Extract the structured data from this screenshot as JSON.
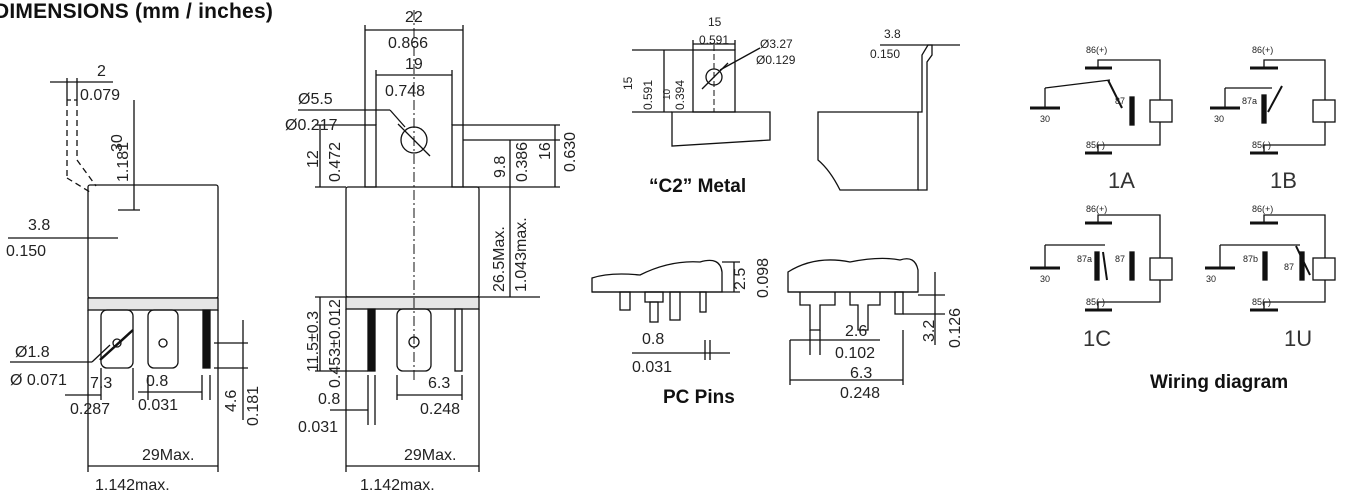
{
  "page": {
    "title": "DIMENSIONS (mm / inches)"
  },
  "captions": {
    "c2_metal": "“C2” Metal",
    "pc_pins": "PC Pins",
    "wiring": "Wiring diagram"
  },
  "side_view": {
    "pin_w_mm": "2",
    "pin_w_in": "0.079",
    "pin_h_mm": "30",
    "pin_h_in": "1.181",
    "offset_mm": "3.8",
    "offset_in": "0.150",
    "hole_mm": "Ø1.8",
    "hole_in": "Ø 0.071",
    "pin_sp_mm": "7.3",
    "pin_sp_in": "0.287",
    "pin_t_mm": "0.8",
    "pin_t_in": "0.031",
    "gap_mm": "4.6",
    "gap_in": "0.181",
    "len_mm": "29Max.",
    "len_in": "1.142max."
  },
  "front_view": {
    "top_mm": "22",
    "top_in": "0.866",
    "inner_mm": "19",
    "inner_in": "0.748",
    "hole_mm": "Ø5.5",
    "hole_in": "Ø0.217",
    "tab_mm": "12",
    "tab_in": "0.472",
    "tab2_mm": "9.8",
    "tab2_in": "0.386",
    "tab3_mm": "16",
    "tab3_in": "0.630",
    "height_mm": "26.5Max.",
    "height_in": "1.043max.",
    "pin_mm": "11.5±0.3",
    "pin_in": "0.453±0.012",
    "pin_sp_mm": "6.3",
    "pin_sp_in": "0.248",
    "pin_t_mm": "0.8",
    "pin_t_in": "0.031",
    "len_mm": "29Max.",
    "len_in": "1.142max."
  },
  "bracket": {
    "w_mm": "15",
    "w_in": "0.591",
    "h_mm": "15",
    "h_in": "0.591",
    "h2_mm": "10",
    "h2_in": "0.394",
    "hole_mm": "Ø3.27",
    "hole_in": "Ø0.129",
    "t_mm": "3.8",
    "t_in": "0.150"
  },
  "pc_pins": {
    "h_mm": "2.5",
    "h_in": "0.098",
    "t_mm": "0.8",
    "t_in": "0.031",
    "w_mm": "2.6",
    "w_in": "0.102",
    "sp_mm": "6.3",
    "sp_in": "0.248",
    "d_mm": "3.2",
    "d_in": "0.126"
  },
  "wiring": {
    "coil_pos": "86(+)",
    "coil_neg": "85(-)",
    "common": "30",
    "no": "87",
    "nc": "87a",
    "alt_no": "87b",
    "labels": [
      "1A",
      "1B",
      "1C",
      "1U"
    ]
  }
}
